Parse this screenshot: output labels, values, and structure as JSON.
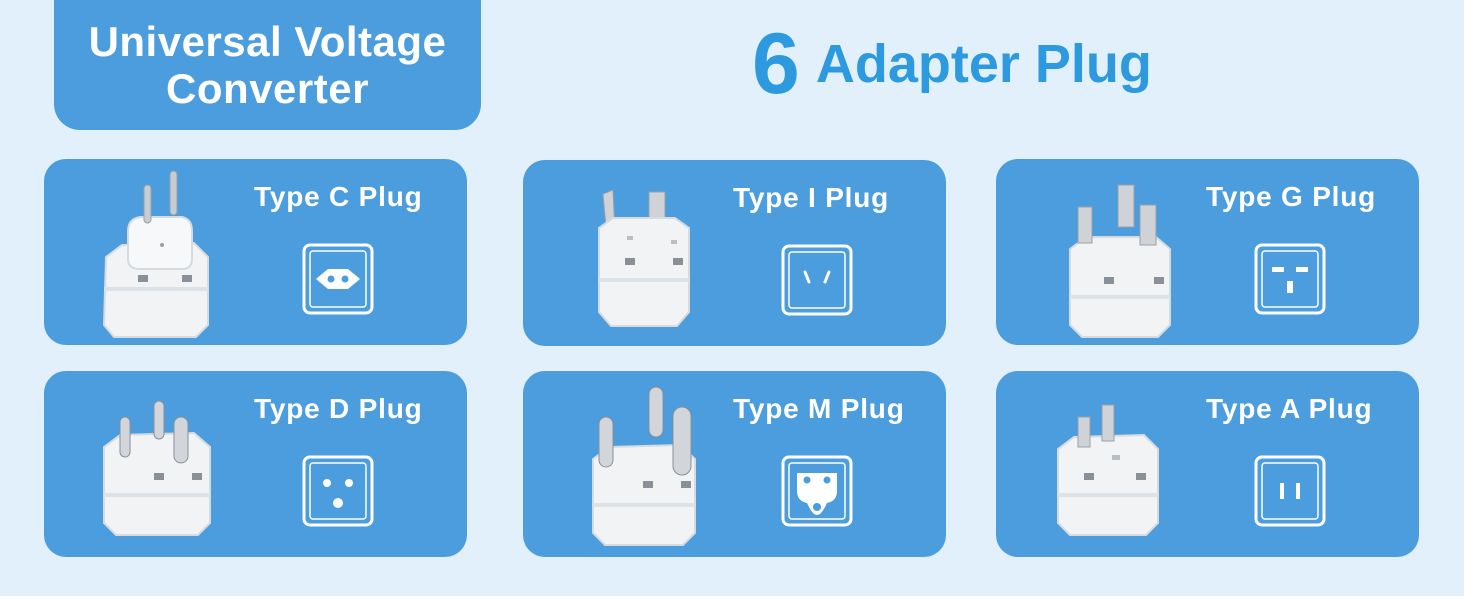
{
  "badge": {
    "line1": "Universal Voltage",
    "line2": "Converter"
  },
  "headline": {
    "number": "6",
    "text": "Adapter Plug"
  },
  "colors": {
    "card": "#4b9ddd",
    "background": "#e2f0fc",
    "headline": "#2d9ae0",
    "plug_body": "#f1f3f5"
  },
  "plugs": [
    {
      "label": "Type C Plug",
      "icon": "type-c-plug-icon",
      "socket_icon": "type-c-socket-icon"
    },
    {
      "label": "Type I Plug",
      "icon": "type-i-plug-icon",
      "socket_icon": "type-i-socket-icon"
    },
    {
      "label": "Type G Plug",
      "icon": "type-g-plug-icon",
      "socket_icon": "type-g-socket-icon"
    },
    {
      "label": "Type D Plug",
      "icon": "type-d-plug-icon",
      "socket_icon": "type-d-socket-icon"
    },
    {
      "label": "Type M Plug",
      "icon": "type-m-plug-icon",
      "socket_icon": "type-m-socket-icon"
    },
    {
      "label": "Type A Plug",
      "icon": "type-a-plug-icon",
      "socket_icon": "type-a-socket-icon"
    }
  ]
}
